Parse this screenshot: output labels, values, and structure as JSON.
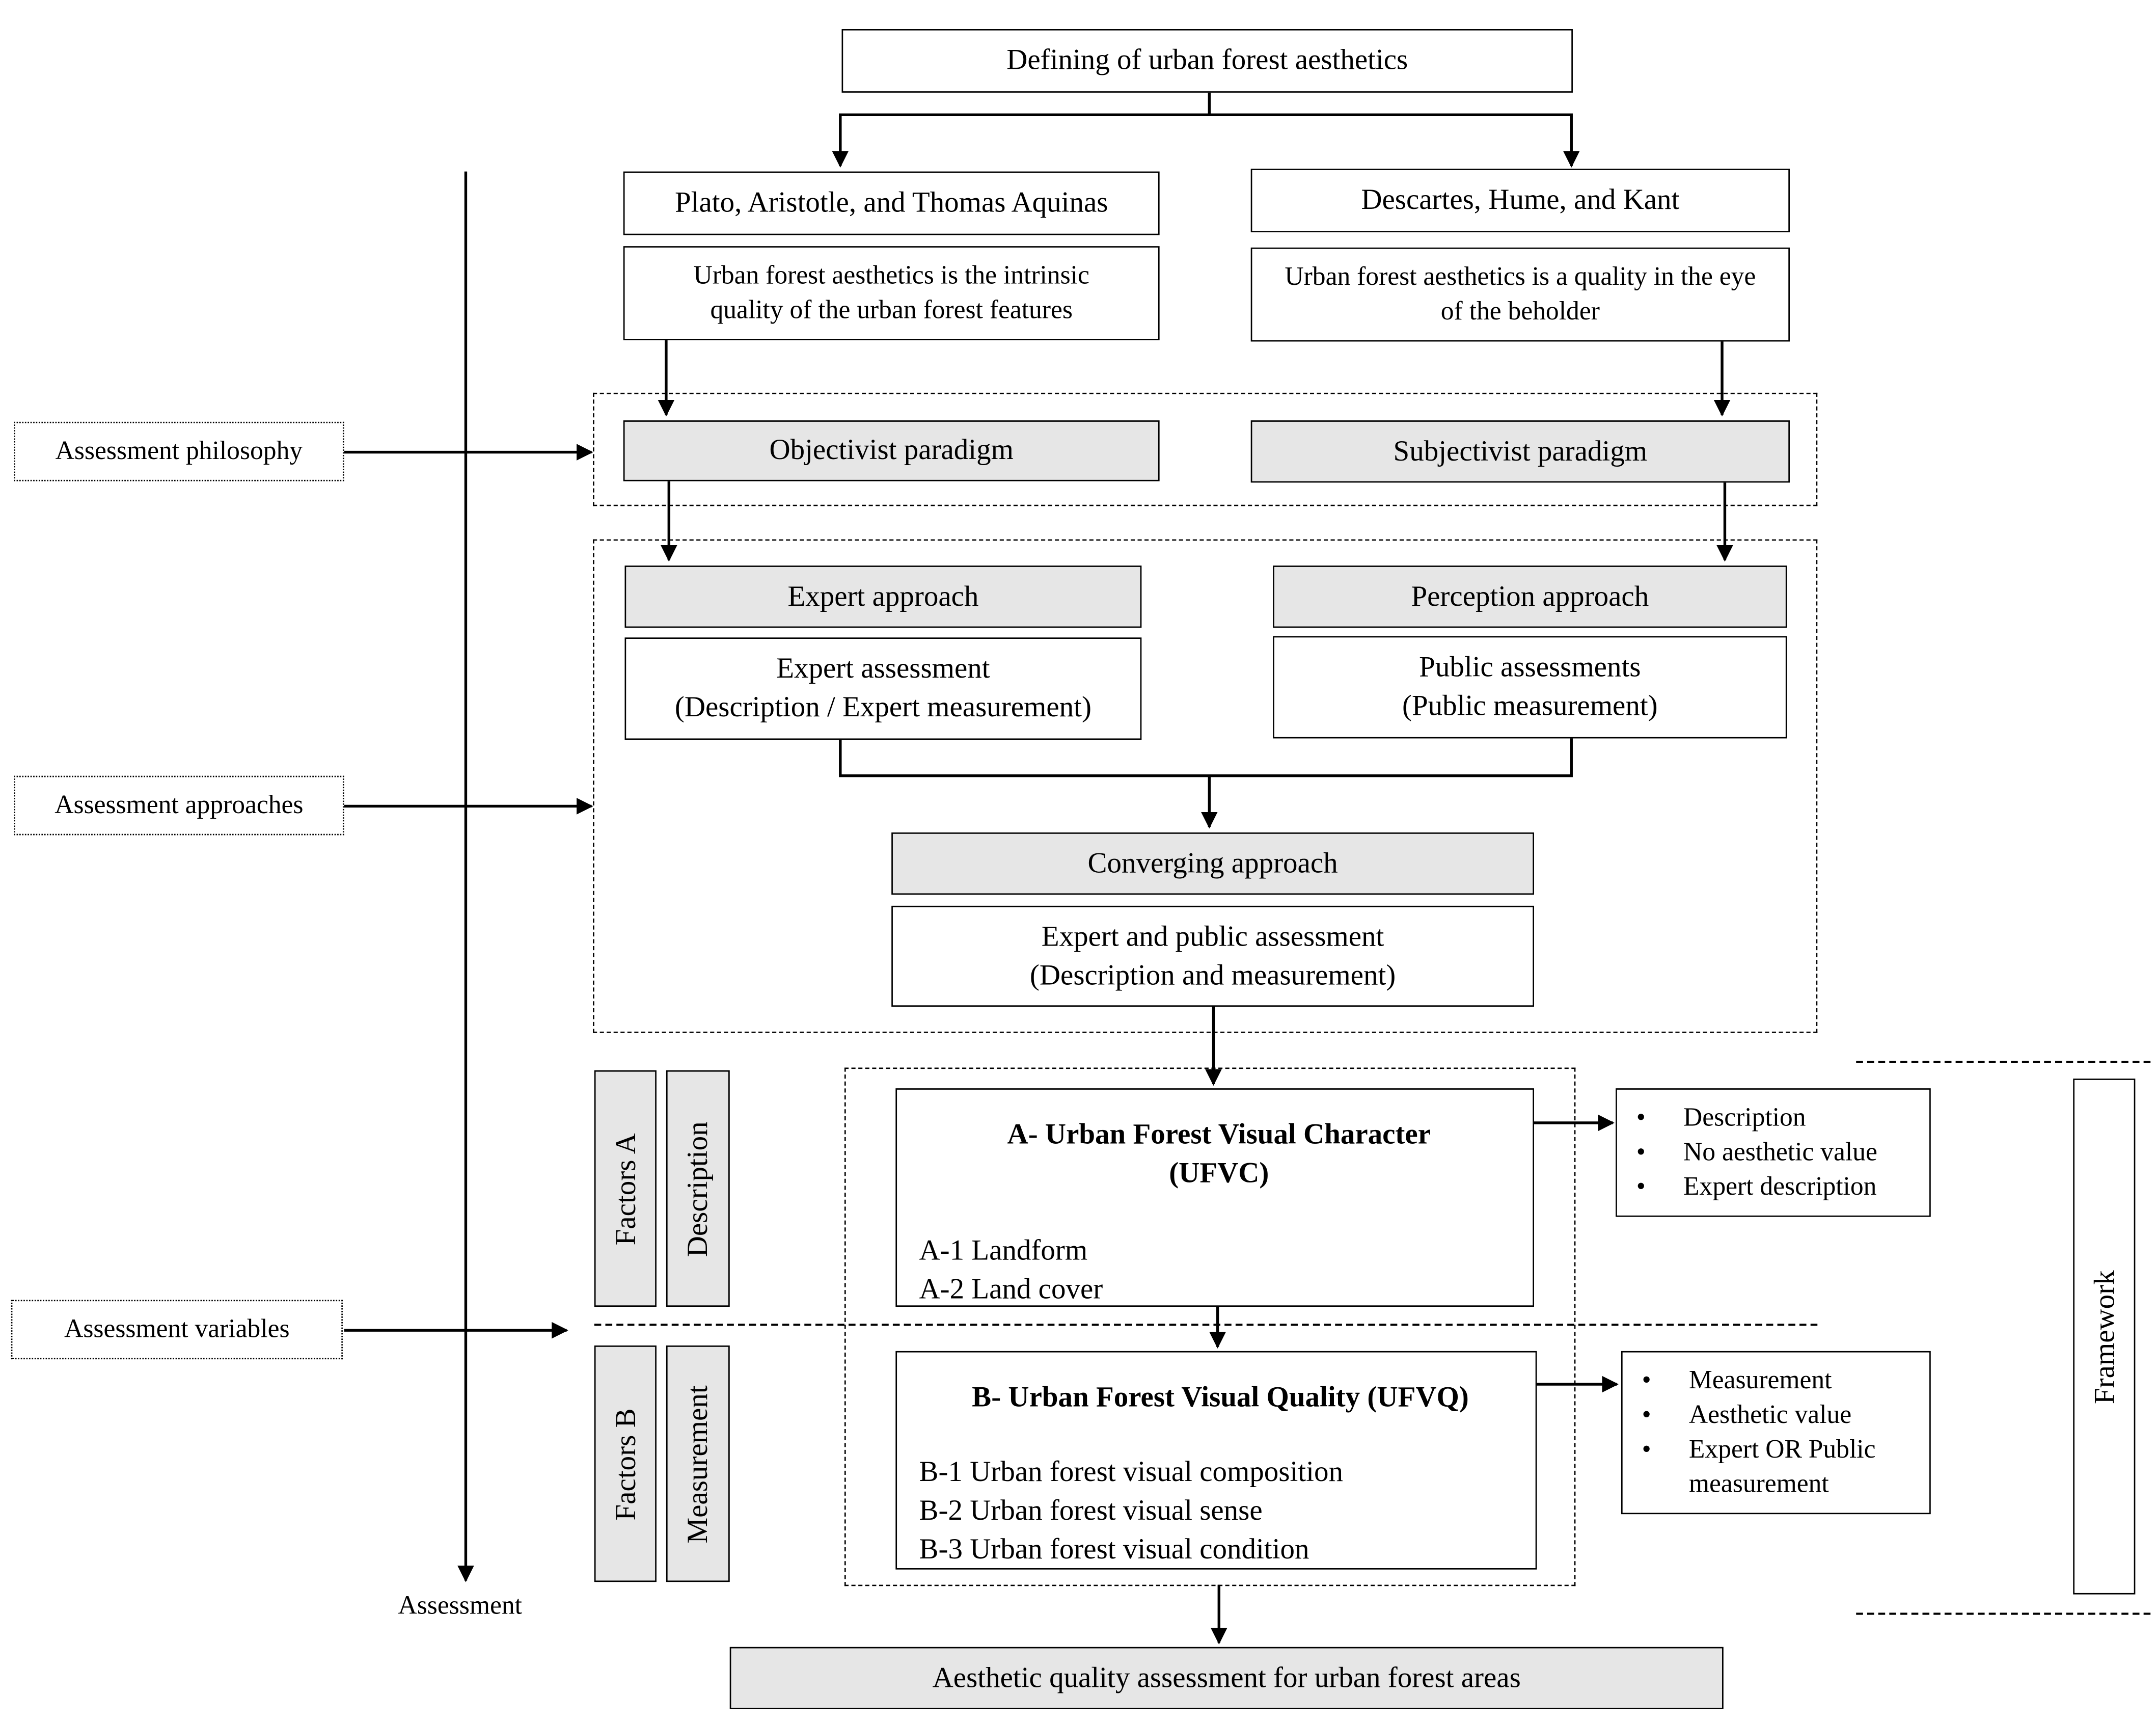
{
  "top": {
    "defining": "Defining of urban forest aesthetics"
  },
  "philosophers": {
    "left_names": "Plato, Aristotle, and Thomas Aquinas",
    "left_view": "Urban forest aesthetics is the intrinsic quality of the urban forest features",
    "right_names": "Descartes, Hume, and Kant",
    "right_view": "Urban forest aesthetics is a quality in the eye of the beholder"
  },
  "paradigms": {
    "objectivist": "Objectivist paradigm",
    "subjectivist": "Subjectivist paradigm"
  },
  "approaches": {
    "expert": "Expert approach",
    "expert_line1": "Expert assessment",
    "expert_line2": "(Description / Expert measurement)",
    "perception": "Perception approach",
    "public_line1": "Public assessments",
    "public_line2": "(Public measurement)",
    "converging": "Converging approach",
    "converging_line1": "Expert and public assessment",
    "converging_line2": "(Description and measurement)"
  },
  "side_labels": {
    "philosophy": "Assessment philosophy",
    "approaches": "Assessment approaches",
    "variables": "Assessment variables",
    "assessment": "Assessment",
    "framework": "Framework"
  },
  "factors": {
    "a_label": "Factors A",
    "a_type": "Description",
    "b_label": "Factors B",
    "b_type": "Measurement"
  },
  "ufvc": {
    "title_line1": "A- Urban Forest Visual Character",
    "title_line2": "(UFVC)",
    "items": [
      "A-1 Landform",
      "A-2 Land cover"
    ],
    "bullets": [
      "Description",
      "No aesthetic value",
      "Expert description"
    ]
  },
  "ufvq": {
    "title": "B- Urban Forest Visual Quality (UFVQ)",
    "items": [
      "B-1 Urban forest visual composition",
      "B-2 Urban forest visual sense",
      "B-3 Urban forest visual condition"
    ],
    "bullets": [
      "Measurement",
      "Aesthetic value",
      "Expert OR Public measurement"
    ]
  },
  "bottom": {
    "outcome": "Aesthetic quality assessment for urban forest areas"
  }
}
